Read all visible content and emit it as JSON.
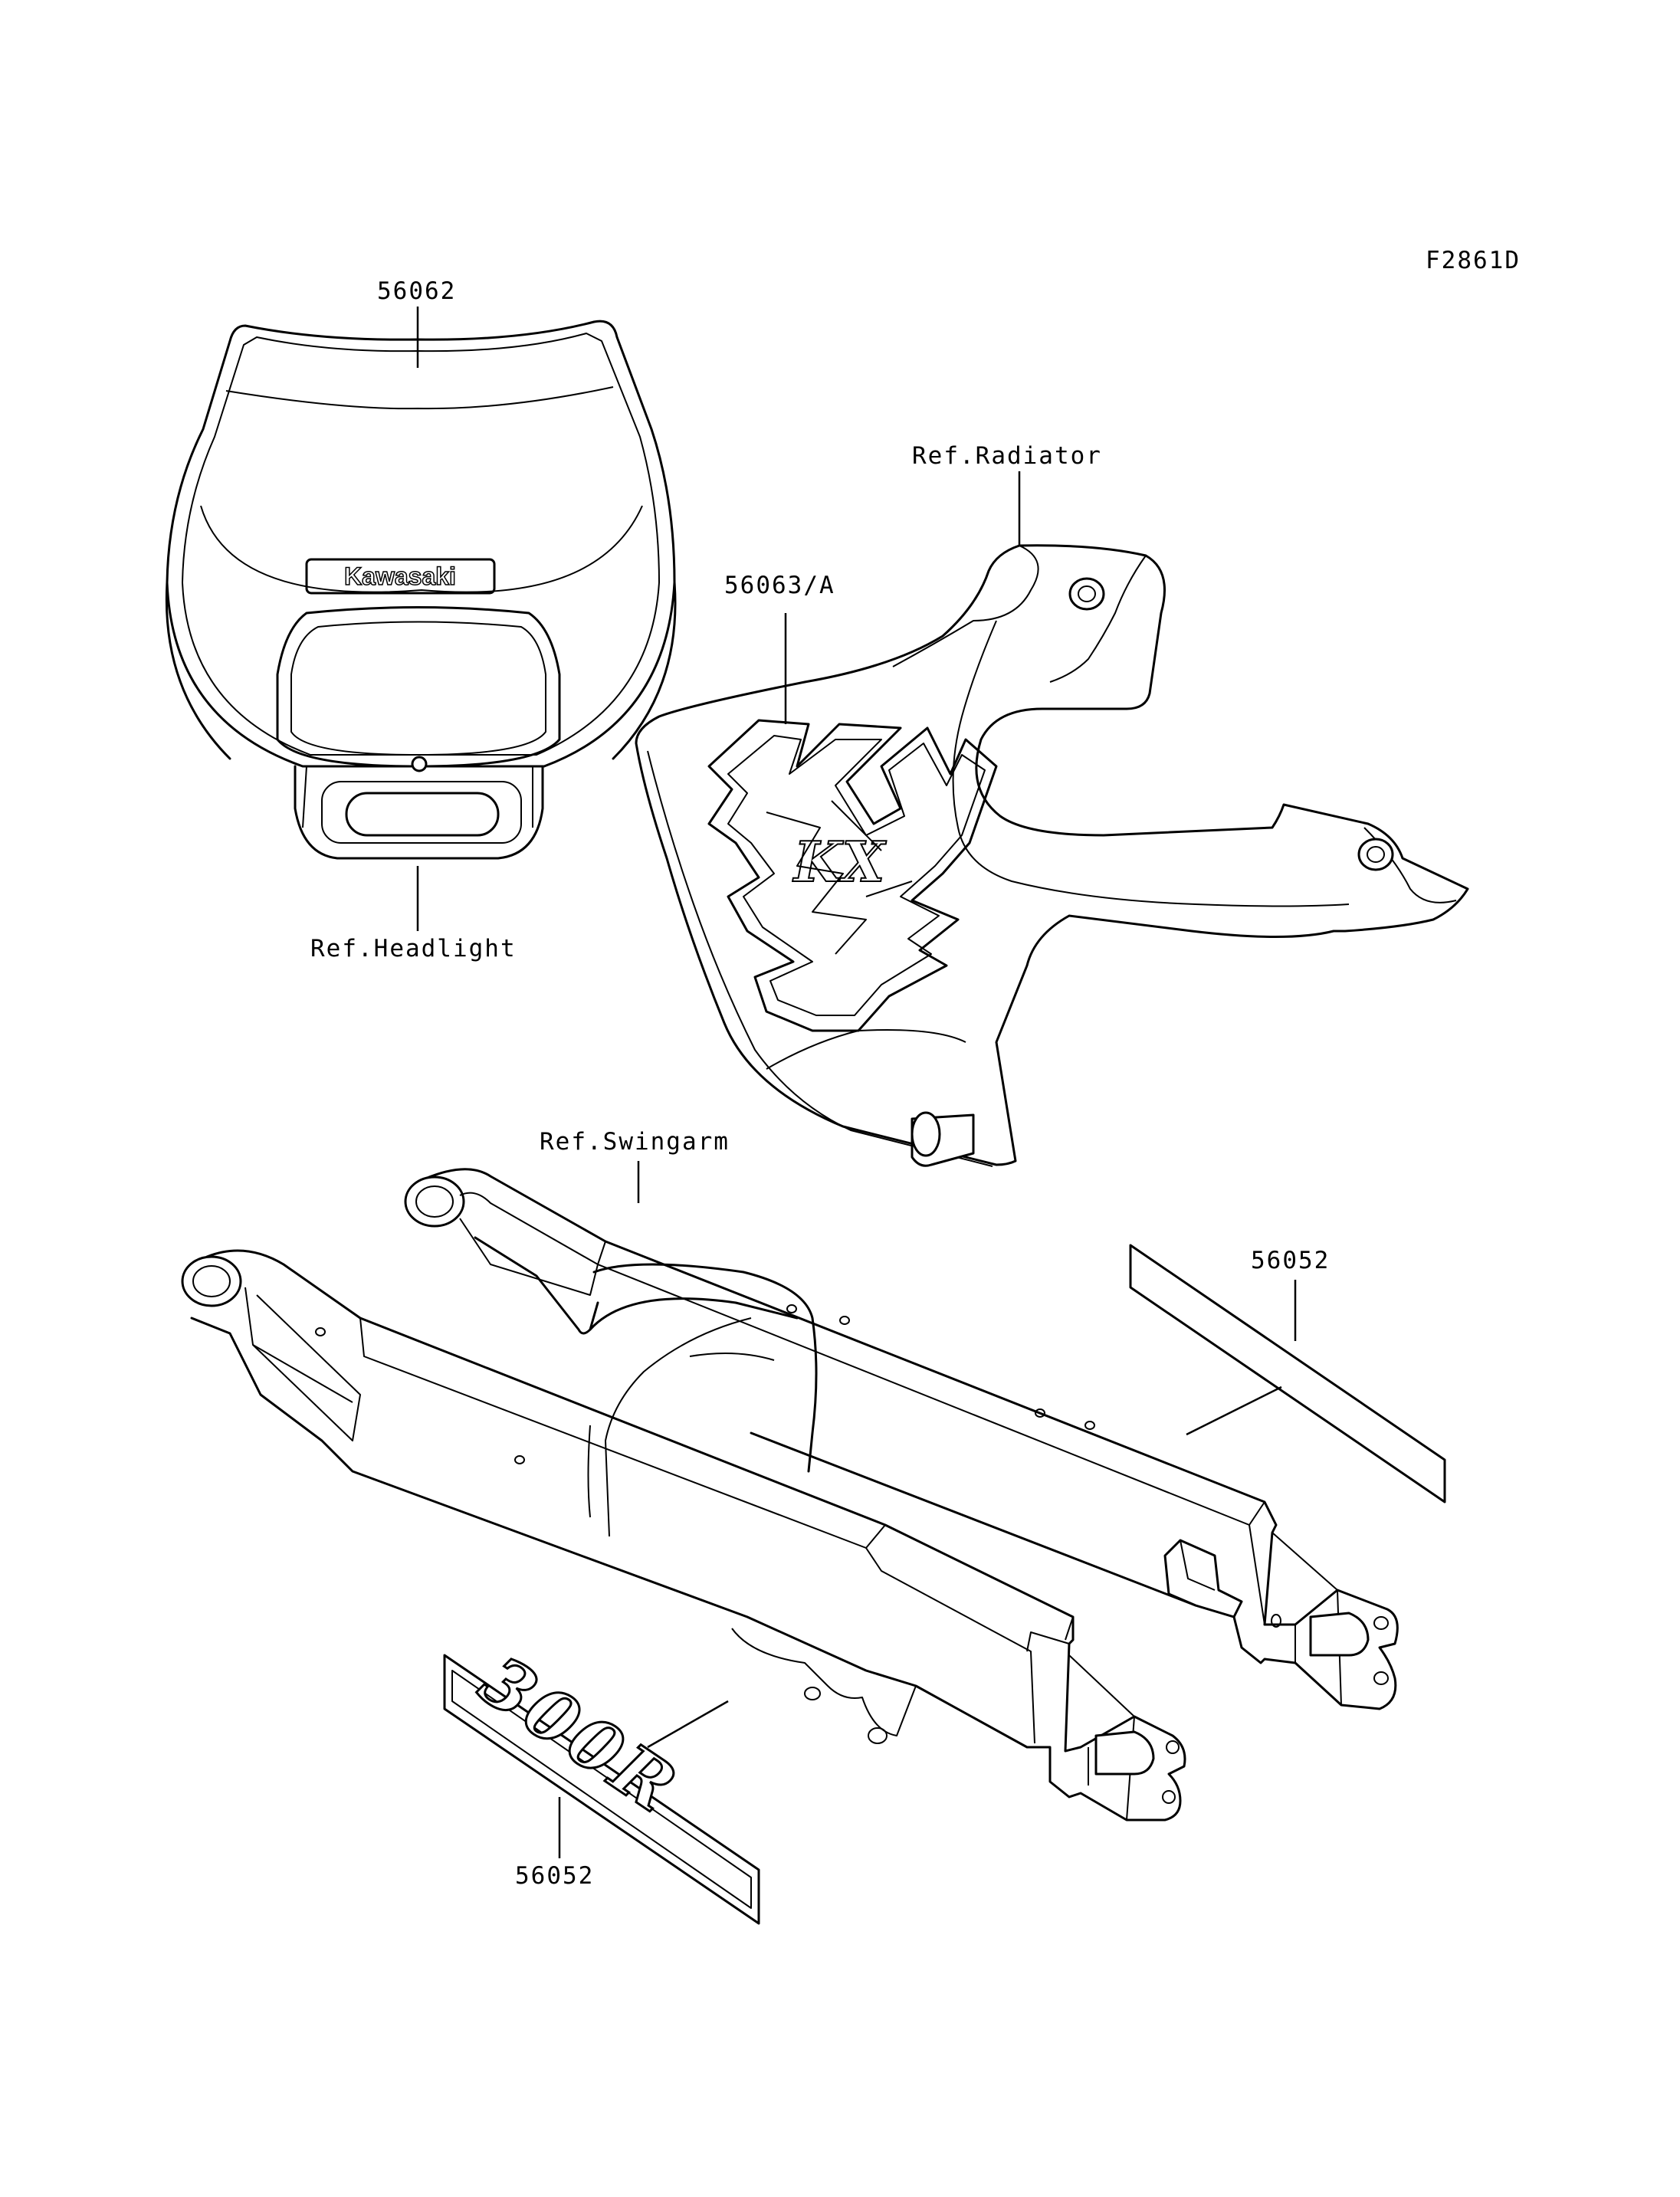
{
  "figure_code": "F2861D",
  "callouts": {
    "headlight_decal": "56062",
    "headlight_ref": "Ref.Headlight",
    "radiator_ref": "Ref.Radiator",
    "shroud_decal": "56063/A",
    "swingarm_ref": "Ref.Swingarm",
    "swingarm_decal_right": "56052",
    "swingarm_decal_left": "56052"
  },
  "decal_text": {
    "brand": "Kawasaki",
    "shroud_logo": "KX",
    "swingarm_logo": "300R"
  }
}
